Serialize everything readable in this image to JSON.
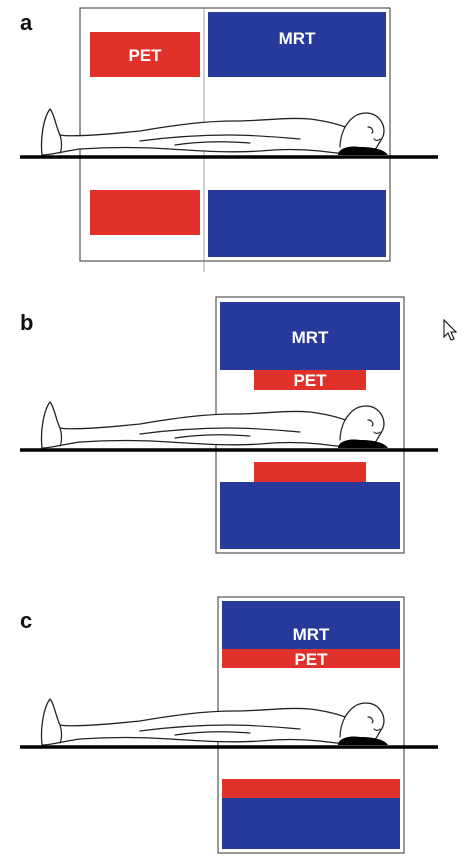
{
  "colors": {
    "pet": "#e0312a",
    "mrt": "#27399b",
    "frame": "#555555",
    "table": "#000000"
  },
  "panels": [
    {
      "letter": "a",
      "mrt_label": "MRT",
      "pet_label": "PET",
      "configuration": "sequential"
    },
    {
      "letter": "b",
      "mrt_label": "MRT",
      "pet_label": "PET",
      "configuration": "insert"
    },
    {
      "letter": "c",
      "mrt_label": "MRT",
      "pet_label": "PET",
      "configuration": "integrated"
    }
  ],
  "cursor_icon": "arrow-cursor-icon"
}
